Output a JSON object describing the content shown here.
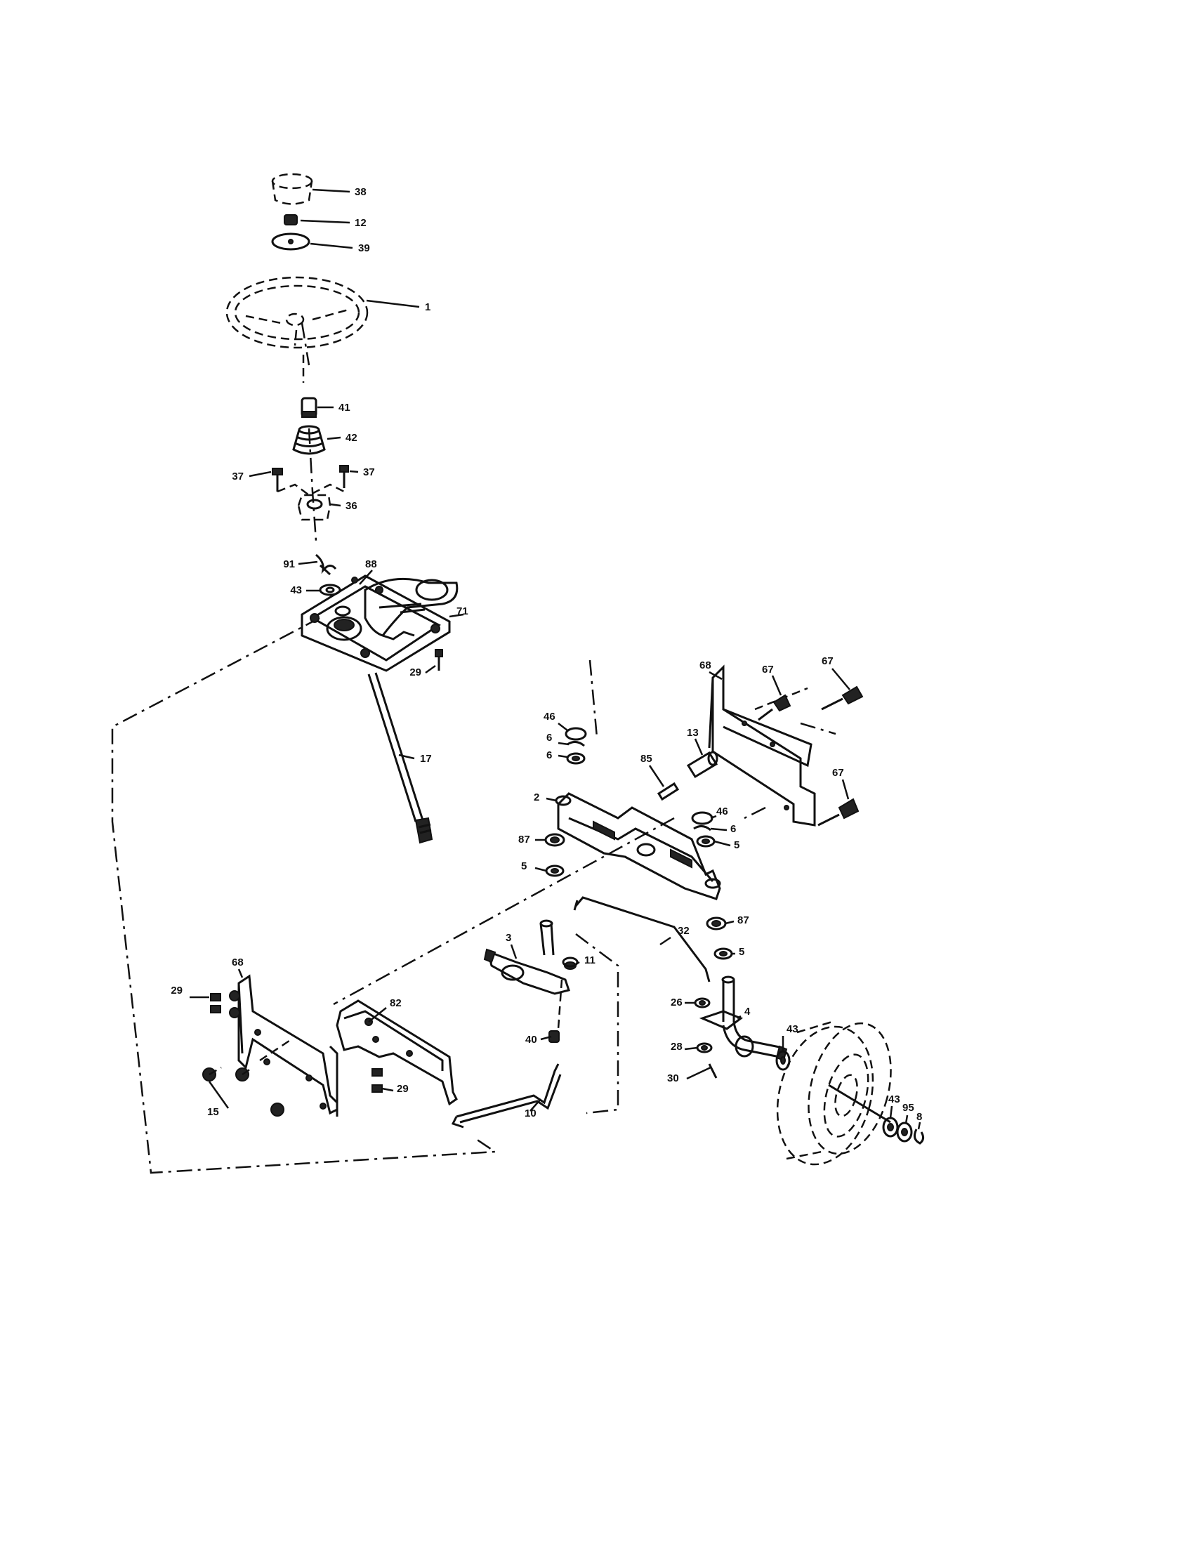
{
  "diagram": {
    "callouts": [
      "38",
      "12",
      "39",
      "1",
      "41",
      "42",
      "37",
      "37",
      "36",
      "91",
      "88",
      "43",
      "71",
      "29",
      "17",
      "68",
      "67",
      "67",
      "67",
      "46",
      "6",
      "6",
      "13",
      "85",
      "2",
      "46",
      "6",
      "5",
      "87",
      "5",
      "32",
      "87",
      "5",
      "3",
      "11",
      "68",
      "29",
      "82",
      "40",
      "26",
      "4",
      "43",
      "28",
      "30",
      "29",
      "15",
      "10",
      "43",
      "95",
      "8"
    ]
  }
}
